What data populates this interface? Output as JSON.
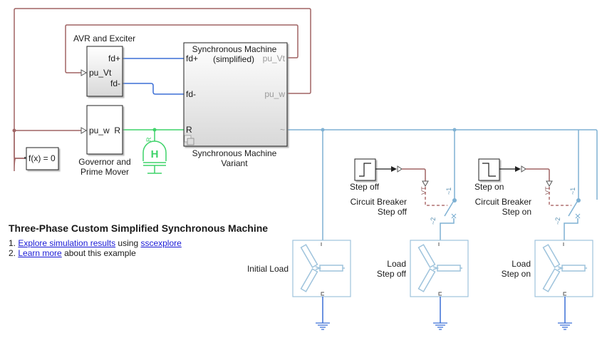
{
  "title": "Three-Phase Custom Simplified Synchronous Machine",
  "instructions": [
    {
      "number": "1.",
      "link": "Explore simulation results",
      "middle": " using ",
      "link2": "sscexplore",
      "rest": ""
    },
    {
      "number": "2.",
      "link": "Learn more",
      "middle": " about this example",
      "link2": "",
      "rest": ""
    }
  ],
  "blocks": {
    "avr": {
      "name": "AVR and Exciter",
      "ports": {
        "in": "pu_Vt",
        "out1": "fd+",
        "out2": "fd-"
      }
    },
    "governor": {
      "name_line1": "Governor and",
      "name_line2": "Prime Mover",
      "ports": {
        "in": "pu_w",
        "out": "R"
      }
    },
    "machine": {
      "title_line1": "Synchronous Machine",
      "title_line2": "(simplified)",
      "name_line1": "Synchronous Machine",
      "name_line2": "Variant",
      "ports": {
        "fdp": "fd+",
        "fdm": "fd-",
        "r": "R",
        "vt": "pu_Vt",
        "w": "pu_w",
        "ac": "~"
      }
    },
    "solver": {
      "label": "f(x) = 0"
    },
    "hydraulic_ref": {
      "label": "H",
      "port": "R"
    },
    "step_off": {
      "label": "Step off"
    },
    "step_on": {
      "label": "Step on"
    },
    "breaker_off": {
      "name_line1": "Circuit Breaker",
      "name_line2": "Step off",
      "port_vt": "VT",
      "port1": "~1",
      "port2": "~2"
    },
    "breaker_on": {
      "name_line1": "Circuit Breaker",
      "name_line2": "Step on",
      "port_vt": "VT",
      "port1": "~1",
      "port2": "~2"
    },
    "load_initial": {
      "name_line1": "Initial Load",
      "name_line2": ""
    },
    "load_off": {
      "name_line1": "Load",
      "name_line2": "Step off"
    },
    "load_on": {
      "name_line1": "Load",
      "name_line2": "Step on"
    }
  },
  "colors": {
    "signal": "#a06464",
    "electrical": "#7fb1d3",
    "field": "#3b6fd6",
    "hydraulic": "#3fd36a",
    "link": "#1a1ad6"
  }
}
